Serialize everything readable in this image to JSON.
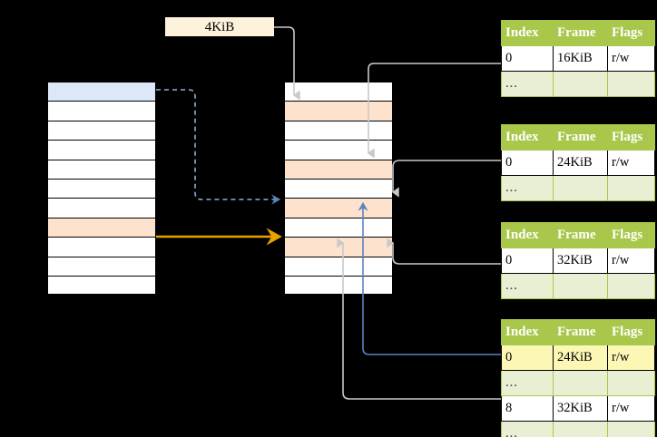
{
  "diagram": {
    "title_box": {
      "label": "4KiB"
    },
    "left_column": {
      "name": "virtual-address-space",
      "rows": [
        {
          "fill": "blue"
        },
        {
          "fill": "white"
        },
        {
          "fill": "white"
        },
        {
          "fill": "white"
        },
        {
          "fill": "white"
        },
        {
          "fill": "white"
        },
        {
          "fill": "white"
        },
        {
          "fill": "orange"
        },
        {
          "fill": "white"
        },
        {
          "fill": "white"
        },
        {
          "fill": "white"
        }
      ]
    },
    "middle_column": {
      "name": "physical-memory",
      "rows": [
        {
          "fill": "white"
        },
        {
          "fill": "orange"
        },
        {
          "fill": "white"
        },
        {
          "fill": "white"
        },
        {
          "fill": "orange"
        },
        {
          "fill": "white"
        },
        {
          "fill": "orange"
        },
        {
          "fill": "white"
        },
        {
          "fill": "orange"
        },
        {
          "fill": "white"
        },
        {
          "fill": "white"
        }
      ]
    },
    "colors": {
      "header_green": "#a9c74b",
      "ellipsis_green": "#e9efd2",
      "highlight_yellow": "#fdf7b5",
      "orange_fill": "#fde3cd",
      "blue_fill": "#dce8f8",
      "label_cream": "#fdf3dc",
      "orange_arrow": "#e8a200",
      "blue_arrow": "#5b83c0",
      "gray_wire": "#c8c8c8"
    },
    "tables": [
      {
        "name": "page-table-1",
        "headers": [
          "Index",
          "Frame",
          "Flags"
        ],
        "rows": [
          {
            "cells": [
              "0",
              "16KiB",
              "r/w"
            ],
            "style": "normal"
          },
          {
            "cells": [
              "...",
              "",
              ""
            ],
            "style": "ellipsis"
          }
        ]
      },
      {
        "name": "page-table-2",
        "headers": [
          "Index",
          "Frame",
          "Flags"
        ],
        "rows": [
          {
            "cells": [
              "0",
              "24KiB",
              "r/w"
            ],
            "style": "normal"
          },
          {
            "cells": [
              "...",
              "",
              ""
            ],
            "style": "ellipsis"
          }
        ]
      },
      {
        "name": "page-table-3",
        "headers": [
          "Index",
          "Frame",
          "Flags"
        ],
        "rows": [
          {
            "cells": [
              "0",
              "32KiB",
              "r/w"
            ],
            "style": "normal"
          },
          {
            "cells": [
              "...",
              "",
              ""
            ],
            "style": "ellipsis"
          }
        ]
      },
      {
        "name": "page-table-4",
        "headers": [
          "Index",
          "Frame",
          "Flags"
        ],
        "rows": [
          {
            "cells": [
              "0",
              "24KiB",
              "r/w"
            ],
            "style": "highlighted"
          },
          {
            "cells": [
              "...",
              "",
              ""
            ],
            "style": "ellipsis"
          },
          {
            "cells": [
              "8",
              "32KiB",
              "r/w"
            ],
            "style": "normal"
          },
          {
            "cells": [
              "...",
              "",
              ""
            ],
            "style": "ellipsis"
          }
        ]
      }
    ]
  }
}
